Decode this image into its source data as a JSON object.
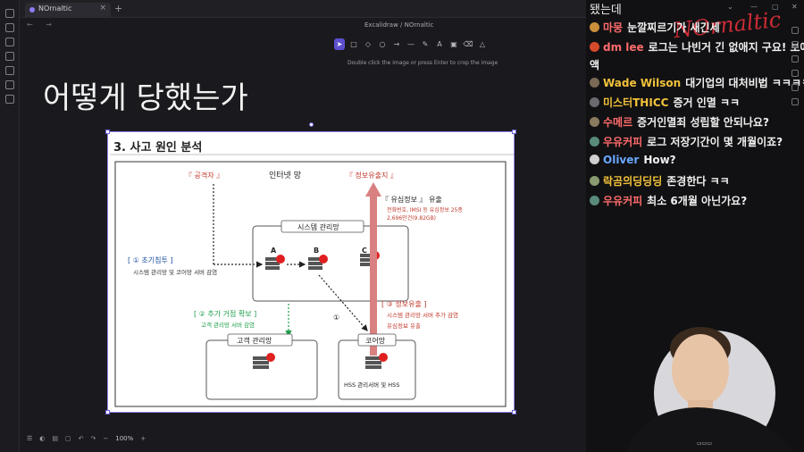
{
  "tab": {
    "label": "NOrnaltic",
    "close": "×",
    "add": "+"
  },
  "nav": {
    "arrows": "← →"
  },
  "breadcrumb": {
    "left": "Excalidraw",
    "sep": "/",
    "right": "NOrnaltic"
  },
  "toolbar": {
    "tools": [
      "lock-icon",
      "selection-icon",
      "rectangle-icon",
      "diamond-icon",
      "ellipse-icon",
      "arrow-icon",
      "line-icon",
      "pencil-icon",
      "text-icon",
      "image-icon",
      "eraser-icon",
      "more-icon"
    ]
  },
  "hint": "Double click the image or press Enter to crop the image",
  "canvas": {
    "title": "어떻게 당했는가"
  },
  "slide": {
    "heading": "3. 사고 원인 분석",
    "attacker": "『 공격자 』",
    "internet": "인터넷 망",
    "leak_top": "『 정보유출지 』",
    "usim_title": "『 유심정보 』 유출",
    "usim_line1": "전화번호, IMSI 등 유심정보 25종",
    "usim_line2": "2,696만건(9.82GB)",
    "sys_net": "시스템 관리망",
    "node_a": "A",
    "node_b": "B",
    "node_c": "C",
    "step1_title": "[ ① 초기침투 ]",
    "step1_desc": "시스템 관리망 및 코어망 서버 감염",
    "step2_title": "[ ② 추가 거점 확보 ]",
    "step2_desc": "고객 관리망 서버 감염",
    "step3_title": "[ ③ 정보유출 ]",
    "step3_desc1": "시스템 관리망 서버 추가 감염",
    "step3_desc2": "유심정보 유출",
    "circle1": "①",
    "customer_net": "고객 관리망",
    "core_net": "코어망",
    "hss": "HSS 관리서버 및 HSS"
  },
  "bottombar": {
    "zoom": "100%",
    "minus": "−",
    "plus": "+"
  },
  "chat": {
    "top_text": "됐는데",
    "watermark": "NOrnaltic",
    "messages": [
      {
        "user": "마뭉",
        "text": "눈깔찌르기가 새긴세",
        "color": "#ff6b6b",
        "avatar": "#c98f3a"
      },
      {
        "user": "dm lee",
        "text": "로그는 나빈거 긴 없애지 구요! 보애",
        "text2": "액",
        "color": "#ff6b6b",
        "avatar": "#d44a2a"
      },
      {
        "user": "Wade Wilson",
        "text": "대기업의 대처비법 ㅋㅋㅋㅋ",
        "color": "#f2c23a",
        "avatar": "#7a6a55"
      },
      {
        "user": "미스터THICC",
        "text": "증거 인멸 ㅋㅋ",
        "color": "#f2c23a",
        "avatar": "#6a6a70"
      },
      {
        "user": "수메르",
        "text": "증거인멸죄 성립할 안되나요?",
        "color": "#ff6b6b",
        "avatar": "#8a7a60"
      },
      {
        "user": "우유커피",
        "text": "로그 저장기간이 몇 개월이죠?",
        "color": "#ff6b6b",
        "avatar": "#5a8a7a"
      },
      {
        "user": "Oliver",
        "text": "How?",
        "color": "#6aa7ff",
        "avatar": "#cfcfcf"
      },
      {
        "user": "락곰의딩딩딩",
        "text": "존경한다 ㅋㅋ",
        "color": "#f2c23a",
        "avatar": "#8a9a70"
      },
      {
        "user": "우유커피",
        "text": "최소 6개월 아닌가요?",
        "color": "#ff6b6b",
        "avatar": "#5a8a7a"
      }
    ]
  },
  "colors": {
    "accent": "#5b4fd0",
    "alert_red": "#c0392b",
    "green": "#1e9e4a"
  }
}
